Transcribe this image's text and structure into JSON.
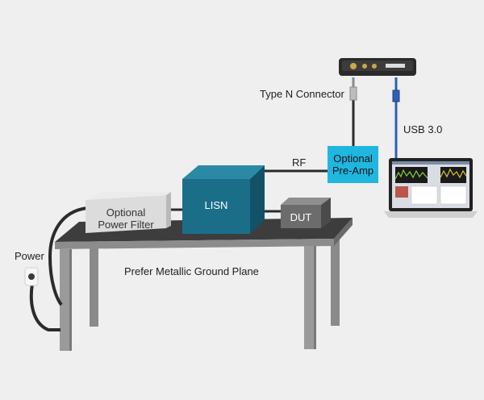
{
  "labels": {
    "type_n_connector": "Type N Connector",
    "usb": "USB 3.0",
    "rf": "RF",
    "preamp_line1": "Optional",
    "preamp_line2": "Pre-Amp",
    "lisn": "LISN",
    "filter_line1": "Optional",
    "filter_line2": "Power Filter",
    "dut": "DUT",
    "power": "Power",
    "ground_plane": "Prefer Metallic Ground Plane"
  },
  "colors": {
    "background": "#efefef",
    "lisn_front": "#1b6e88",
    "lisn_top": "#2a89a5",
    "lisn_side": "#125266",
    "preamp": "#1fb6e0",
    "usb_cable": "#2f5fb3",
    "table_top": "#3f3f3f",
    "cable": "#2b2b2b"
  }
}
